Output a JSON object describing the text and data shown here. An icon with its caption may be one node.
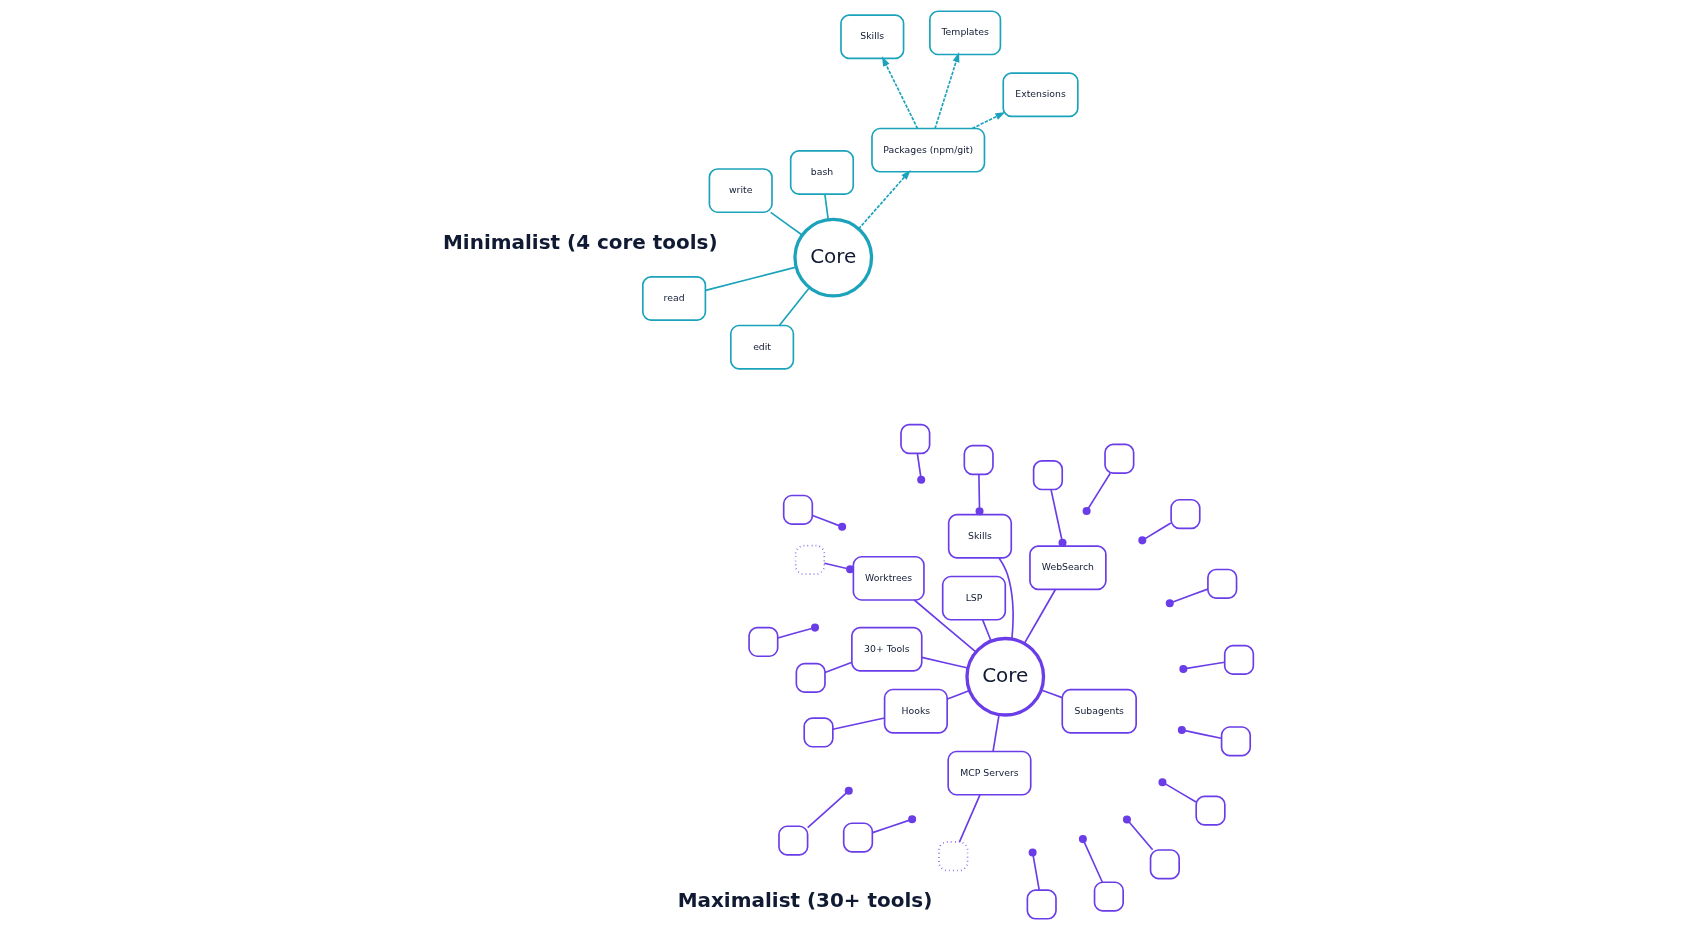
{
  "diagram": {
    "nodes": [
      {
        "text": [
          "Core"
        ]
      },
      {
        "text": [
          "MCP Servers"
        ]
      },
      {
        "text": [
          "Hooks"
        ]
      },
      {
        "text": [
          "Skills"
        ]
      },
      {
        "text": [
          "Subagents"
        ]
      },
      {
        "text": [
          "Worktrees"
        ]
      },
      {
        "text": [
          "LSP"
        ]
      },
      {
        "text": [
          "WebSearch"
        ]
      },
      {
        "text": [
          "30+ Tools"
        ]
      },
      {
        "text": [],
        "shape": "box"
      },
      {
        "text": [],
        "shape": "box"
      },
      {
        "text": [],
        "shape": "box"
      },
      {
        "text": [],
        "shape": "box"
      },
      {
        "text": [],
        "shape": "box"
      },
      {
        "text": [],
        "shape": "box"
      },
      {
        "text": [],
        "shape": "box"
      },
      {
        "text": [],
        "shape": "box"
      },
      {
        "text": [],
        "shape": "box"
      },
      {
        "text": [],
        "shape": "box"
      },
      {
        "text": [],
        "shape": "box"
      },
      {
        "text": [],
        "shape": "box"
      },
      {
        "text": [],
        "shape": "box"
      },
      {
        "text": [],
        "shape": "box"
      },
      {
        "text": [],
        "shape": "box"
      },
      {
        "text": [],
        "shape": "box"
      },
      {
        "text": [],
        "shape": "box"
      },
      {
        "text": [],
        "shape": "box"
      },
      {
        "text": [],
        "shape": "box"
      },
      {
        "text": [],
        "shape": "box"
      },
      {
        "text": [
          "read"
        ]
      },
      {
        "text": [
          "write"
        ]
      },
      {
        "text": [
          "Core"
        ]
      },
      {
        "text": [
          "edit"
        ]
      },
      {
        "text": [
          "bash"
        ]
      },
      {
        "text": [
          "Packages (npm/git)"
        ]
      },
      {
        "text": [
          "Extensions"
        ]
      },
      {
        "text": [
          "Skills"
        ]
      },
      {
        "text": [
          "Templates"
        ]
      }
    ],
    "edges": [
      {
        "from": 0,
        "to": 1,
        "arrow": "none"
      },
      {
        "from": 0,
        "to": 2,
        "arrow": "none"
      },
      {
        "from": 0,
        "to": 3,
        "arrow": "none"
      },
      {
        "from": 0,
        "to": 4,
        "arrow": "none"
      },
      {
        "from": 0,
        "to": 5,
        "arrow": "none"
      },
      {
        "from": 0,
        "to": 6,
        "arrow": "none"
      },
      {
        "from": 0,
        "to": 7,
        "arrow": "none"
      },
      {
        "from": 0,
        "to": 8,
        "arrow": "none"
      },
      {
        "from": 1,
        "to": 9,
        "arrow": "none"
      },
      {
        "from": 10,
        "to": null,
        "arrow": "other"
      },
      {
        "from": 11,
        "to": 2,
        "arrow": "none"
      },
      {
        "from": 12,
        "to": null,
        "arrow": "other"
      },
      {
        "from": 13,
        "to": null,
        "arrow": "other"
      },
      {
        "from": 14,
        "to": 3,
        "arrow": "other"
      },
      {
        "from": 15,
        "to": null,
        "arrow": "other"
      },
      {
        "from": 16,
        "to": null,
        "arrow": "other"
      },
      {
        "from": 17,
        "to": null,
        "arrow": "other"
      },
      {
        "from": 18,
        "to": null,
        "arrow": "other"
      },
      {
        "from": 19,
        "to": 5,
        "arrow": "other"
      },
      {
        "from": 20,
        "to": null,
        "arrow": "other"
      },
      {
        "from": 21,
        "to": null,
        "arrow": "other"
      },
      {
        "from": 22,
        "to": null,
        "arrow": "other"
      },
      {
        "from": 23,
        "to": null,
        "arrow": "other"
      },
      {
        "from": 24,
        "to": 7,
        "arrow": "other"
      },
      {
        "from": 25,
        "to": null,
        "arrow": "other"
      },
      {
        "from": 26,
        "to": null,
        "arrow": "other"
      },
      {
        "from": 27,
        "to": 8,
        "arrow": "none"
      },
      {
        "from": 28,
        "to": null,
        "arrow": "other"
      },
      {
        "from": 29,
        "to": 31,
        "arrow": "none",
        "color": "#1ba3bb"
      },
      {
        "from": 30,
        "to": 31,
        "arrow": "none",
        "color": "#1ba3bb"
      },
      {
        "from": 32,
        "to": 31,
        "arrow": "none",
        "color": "#1ba3bb"
      },
      {
        "from": 33,
        "to": 31,
        "arrow": "none",
        "color": "#1ba3bb"
      },
      {
        "from": 31,
        "to": 34,
        "arrow": "to",
        "style": "dashed",
        "color": "#1ba3bb"
      },
      {
        "from": 34,
        "to": 35,
        "arrow": "to",
        "style": "dashed",
        "color": "#1ba3bb"
      },
      {
        "from": 34,
        "to": 36,
        "arrow": "to",
        "style": "dashed",
        "color": "#1ba3bb"
      },
      {
        "from": 34,
        "to": 37,
        "arrow": "to",
        "style": "dashed",
        "color": "#1ba3bb"
      }
    ],
    "labels": [
      "Maximalist (30+ tools)",
      "Minimalist (4 core tools)"
    ]
  }
}
